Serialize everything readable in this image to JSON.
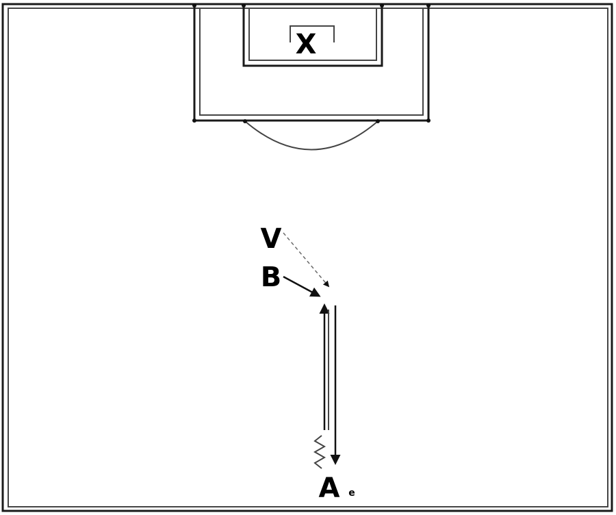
{
  "diagram": {
    "goalkeeper_label": "X",
    "player_v_label": "V",
    "player_b_label": "B",
    "player_a_label": "A",
    "ball_label": "e"
  },
  "colors": {
    "lines": "#1a1a1a",
    "background": "#ffffff"
  }
}
